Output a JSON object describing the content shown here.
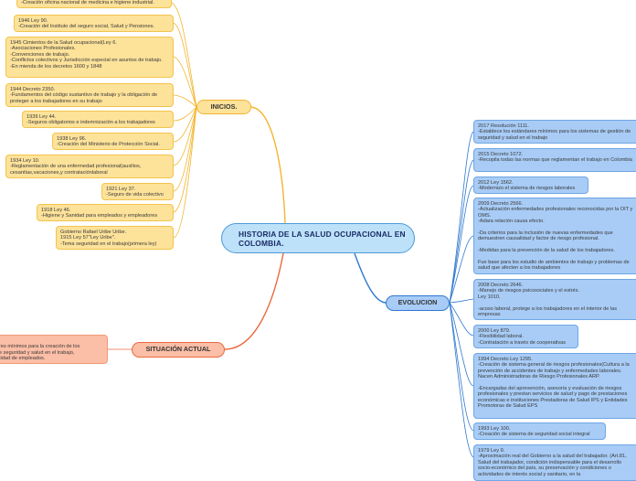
{
  "central": {
    "title": "HISTORIA DE LA SALUD\nOCUPACIONAL EN COLOMBIA."
  },
  "branches": {
    "inicios": "INICIOS.",
    "evolucion": "EVOLUCION",
    "situacion": "SITUACIÓN ACTUAL"
  },
  "inicios_items": [
    "-Creación oficina nacional de medicina e higiene industrial.",
    "1946 Ley 90.\n-Creación del Instituto del seguro social, Salud y Pensiones.",
    "1945 Cimientos de la Salud ocupacional(Ley 6.\n-Asociaciones Profesionales.\n-Convenciones de trabajo.\n-Conflictos colectivos y Jurisdicción especial en asuntos de trabajo.\n-En mienda de los decretos 1600 y 1848",
    "1944 Decreto 2350.\n-Fundamentos del código sustantivo de trabajo y la obligación de proteger a los trabajadores en su trabajo",
    "1939 Ley 44.\n-Seguros obligatorios e indemnización a los trabajadores",
    "1938 Ley 96.\n-Creación del Ministerio de Protección Social.",
    "1934 Ley 10.\n-Reglamentación de una enfermedad profesional(auxilios, cesantías,vacaciones,y contrataciónlaboral",
    "1921 Ley 37.\n-Seguro de vida colectivo",
    "1918 Ley 46.\n-Higiene y Sanidad para empleados y empleadores",
    "Gobierno Rafael Uribe Uribe.\n1915 Ley 57\"Ley Uribe\".\n-Tema seguridad en el trabajo(primera ley)"
  ],
  "evolucion_items": [
    "2017 Resolución 1111.\n-Establece los estándares mínimos para los sistemas de gestión de seguridad y salud en el trabajo",
    "2015 Decreto 1072.\n-Recopila todas las normas que reglamentan el trabajo en Colombia",
    "2012 Ley 1562.\n-Modernizo el sistema de riesgos laborales",
    "2009 Decreto 2566.\n-Actualización enfermedades profesionales reconocidas por la OIT y OMS.\n-Adara relación causa efecto.\n\n-Da criterios para la inclusión de nuevas enfermedades que demuestren causalidad y factor de riesgo profesional.\n\n-Medidas para la prevención de la salud de los trabajadores.\n\nFue base para los estudio de ambientes de trabajo y problemas de salud que afecten a los trabajadores",
    "2008 Decreto 2646.\n-Manejo de riesgos psicosociales y el estrés.\nLey 1010.\n\n-acoso laboral, protege a los trabajadores en el interior de las empresas",
    "2000 Ley 879.\n-Flexibilidad laboral.\n-Contratación a través de cooperativas",
    "1994 Decreto Ley 1295.\n-Creación de sistema general de riesgos profesionales(Cultura a la prevención de accidentes de trabajo y enfermedades laborales.\nNacen Administradoras de Riesgo Profesionales ARP.\n\n-Encargadas del aprevención, asesoría y evaluación de riesgos profesionales y prestan servicios de salud y pago de prestaciones económicas e instituciones Prestadoras de Salud IPS y Entidades Promotoras de Salud EPS",
    "1993 Ley 100.\n-Creación de sistema de seguridad social integral",
    "1979 Ley 9.\n-Aproximación real del Gobierno a la salud del trabajador. (Art.81, Salud del trabajador, condición indispensable para el desarrollo socio-económico del país, su preservación y condiciones o actividades de interés social y sanitario, en la"
  ],
  "situacion_items": [
    ".\nres mínimos para la creación de los\ne seguridad y salud en el trabajo,\ntidad de empleados."
  ],
  "colors": {
    "inicios": "#f2b52e",
    "evolucion": "#2f78d0",
    "situacion": "#ea6a3f"
  }
}
